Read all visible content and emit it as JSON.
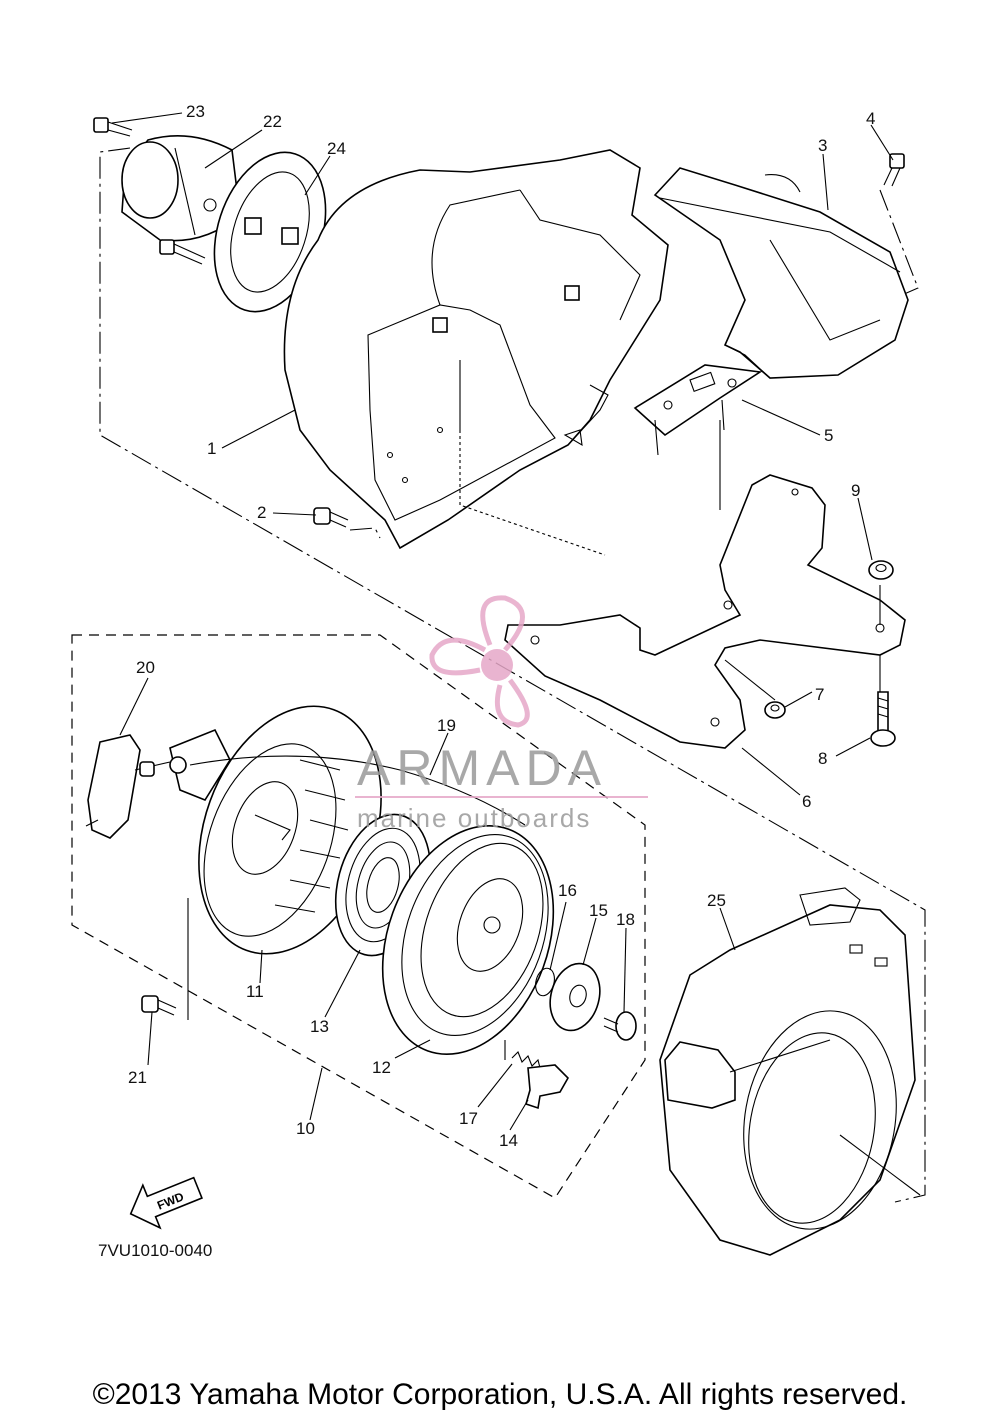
{
  "diagram_code": "7VU1010-0040",
  "copyright": "©2013 Yamaha Motor Corporation, U.S.A. All rights reserved.",
  "fwd_label": "FWD",
  "watermark": {
    "brand": "ARMADA",
    "tagline": "marine outboards",
    "accent_color": "#e6a8c8"
  },
  "callouts": [
    "1",
    "2",
    "3",
    "4",
    "5",
    "6",
    "7",
    "8",
    "9",
    "10",
    "11",
    "12",
    "13",
    "14",
    "15",
    "16",
    "17",
    "18",
    "19",
    "20",
    "21",
    "22",
    "23",
    "24",
    "25"
  ]
}
